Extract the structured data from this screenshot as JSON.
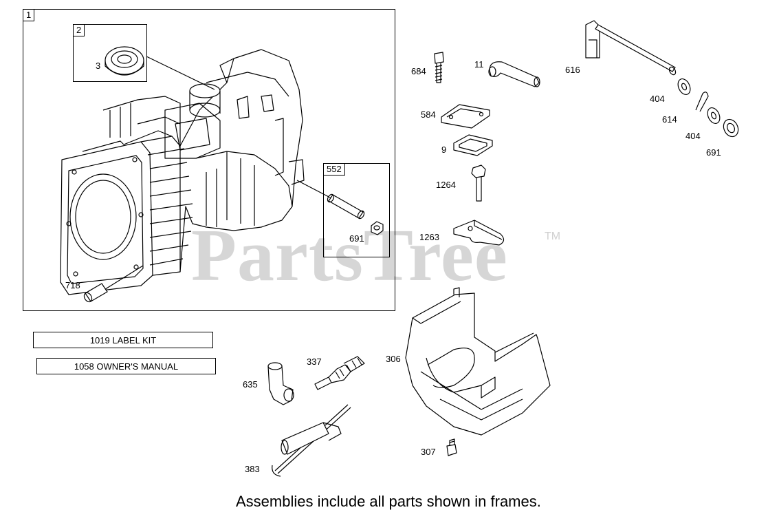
{
  "watermark": {
    "brand": "PartsTree",
    "trademark": "TM"
  },
  "frames": {
    "assembly_1": "1",
    "assembly_2": "2",
    "assembly_552": "552"
  },
  "callouts": {
    "p3": "3",
    "p718": "718",
    "p691a": "691",
    "p684": "684",
    "p11": "11",
    "p616": "616",
    "p404a": "404",
    "p614": "614",
    "p404b": "404",
    "p691b": "691",
    "p584": "584",
    "p9": "9",
    "p1264": "1264",
    "p1263": "1263",
    "p337": "337",
    "p306": "306",
    "p635": "635",
    "p383": "383",
    "p307": "307"
  },
  "kits": {
    "label_kit": "1019 LABEL KIT",
    "owners_manual": "1058 OWNER'S MANUAL"
  },
  "footer_note": "Assemblies include all parts shown in frames."
}
